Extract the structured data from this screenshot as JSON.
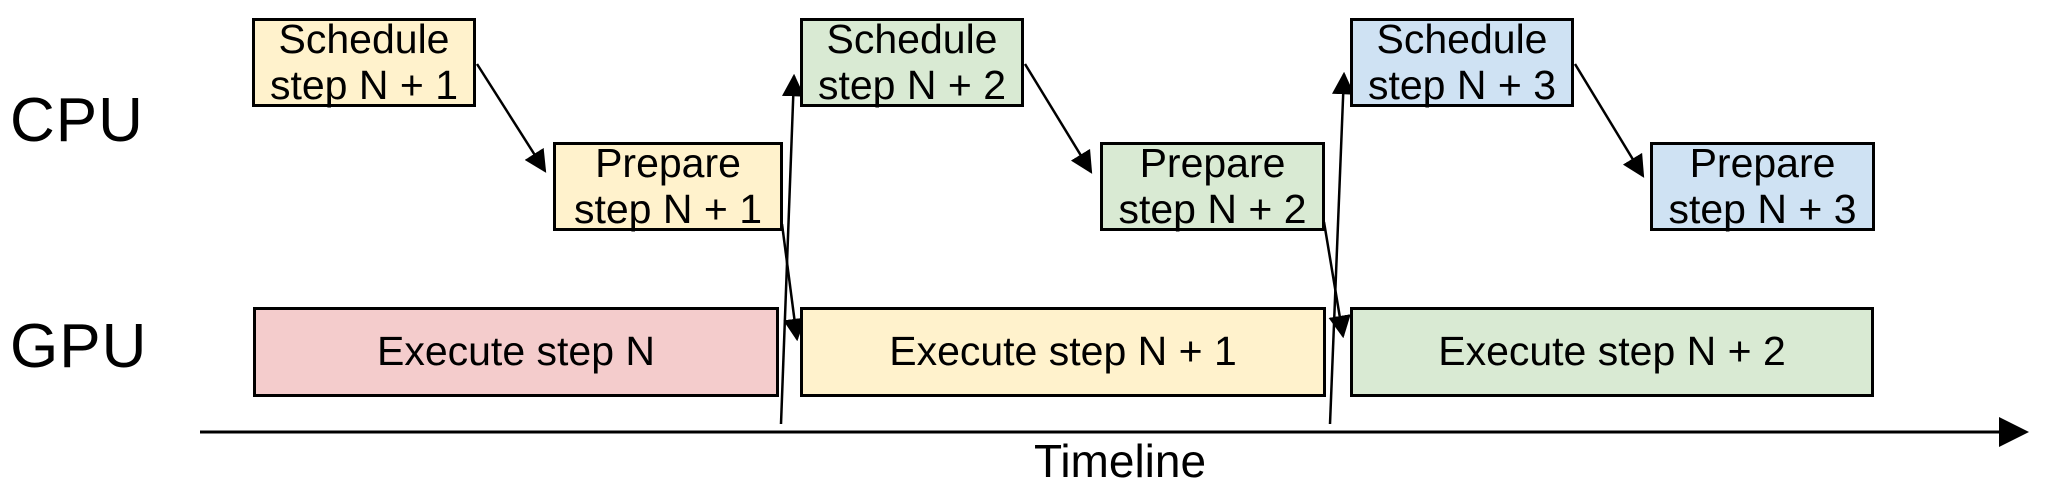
{
  "diagram": {
    "lanes": {
      "cpu": "CPU",
      "gpu": "GPU"
    },
    "axis": {
      "label": "Timeline"
    },
    "colors": {
      "yellow": "#FFF2CC",
      "green": "#D9EAD3",
      "blue": "#CFE2F3",
      "pink": "#F4CCCC",
      "line": "#000000",
      "background": "#FFFFFF"
    },
    "nodes": [
      {
        "id": "schedule-n1",
        "lane": "CPU",
        "label": "Schedule\nstep N + 1",
        "color": "yellow"
      },
      {
        "id": "prepare-n1",
        "lane": "CPU",
        "label": "Prepare\nstep N + 1",
        "color": "yellow"
      },
      {
        "id": "schedule-n2",
        "lane": "CPU",
        "label": "Schedule\nstep N + 2",
        "color": "green"
      },
      {
        "id": "prepare-n2",
        "lane": "CPU",
        "label": "Prepare\nstep N + 2",
        "color": "green"
      },
      {
        "id": "schedule-n3",
        "lane": "CPU",
        "label": "Schedule\nstep N + 3",
        "color": "blue"
      },
      {
        "id": "prepare-n3",
        "lane": "CPU",
        "label": "Prepare\nstep N + 3",
        "color": "blue"
      },
      {
        "id": "execute-n",
        "lane": "GPU",
        "label": "Execute step N",
        "color": "pink"
      },
      {
        "id": "execute-n1",
        "lane": "GPU",
        "label": "Execute step N + 1",
        "color": "yellow"
      },
      {
        "id": "execute-n2",
        "lane": "GPU",
        "label": "Execute step N + 2",
        "color": "green"
      }
    ]
  }
}
